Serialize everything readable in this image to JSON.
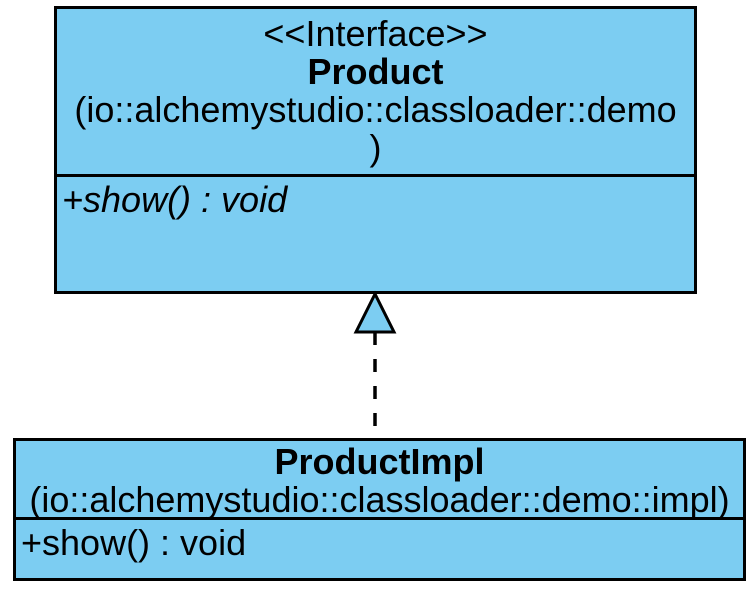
{
  "diagram": {
    "colors": {
      "node_fill": "#7CCDF2",
      "node_border": "#000000",
      "background": "#FFFFFF",
      "text": "#000000"
    }
  },
  "interface_node": {
    "stereotype": "<<Interface>>",
    "name": "Product",
    "package_line1": "(io::alchemystudio::classloader::demo",
    "package_line2": ")",
    "operation": "+show() : void"
  },
  "impl_node": {
    "name": "ProductImpl",
    "package": "(io::alchemystudio::classloader::demo::impl)",
    "operation": "+show() : void"
  },
  "relationship": {
    "type": "realization",
    "line_style": "dashed",
    "arrow_head": "hollow-triangle"
  }
}
